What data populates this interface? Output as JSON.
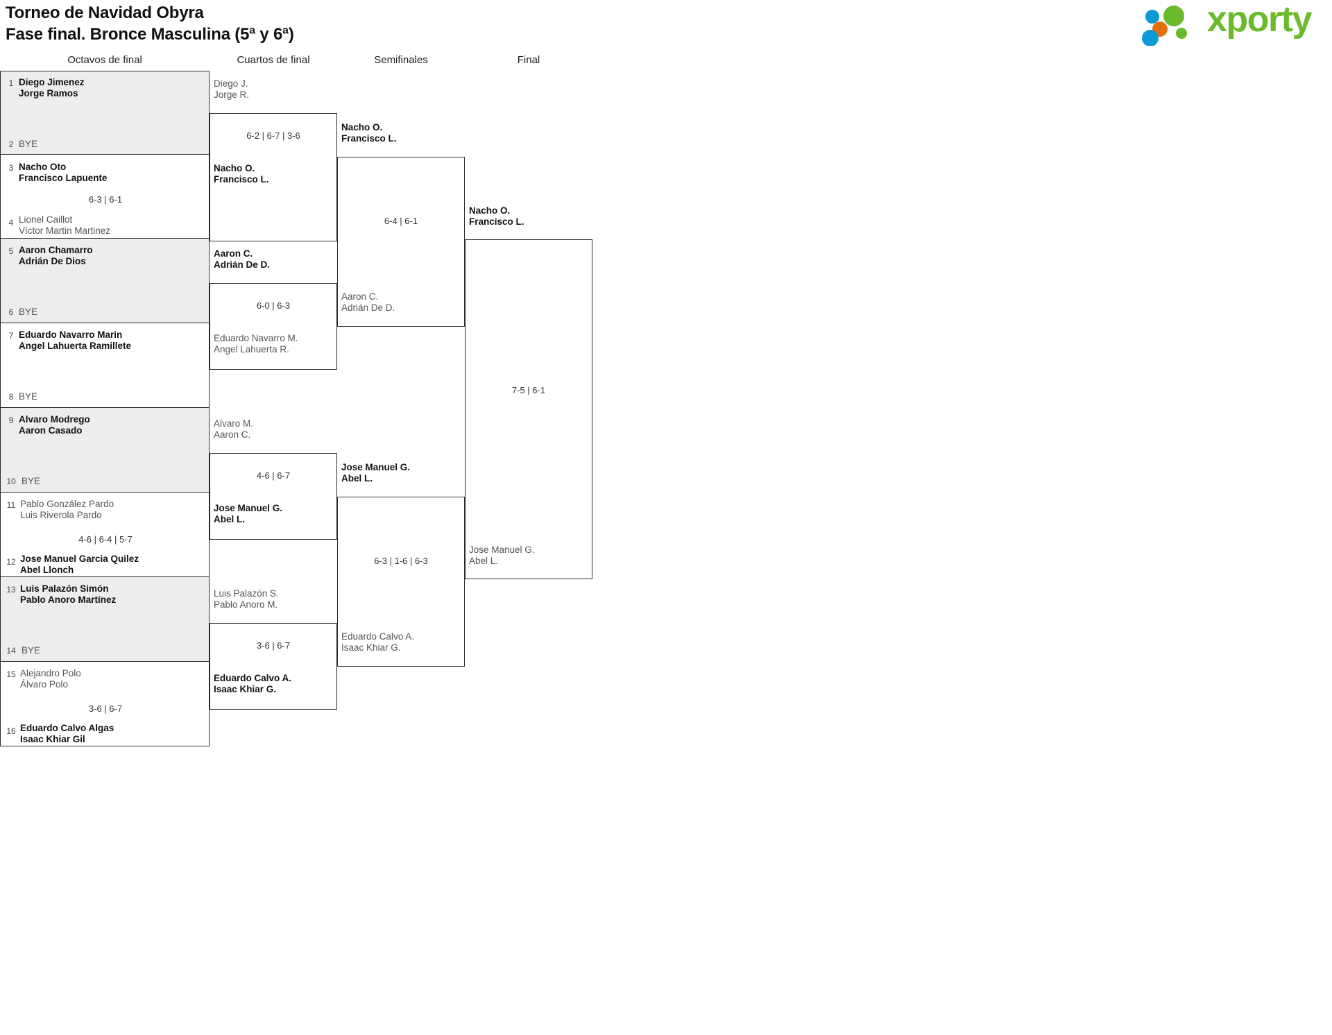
{
  "header": {
    "line1": "Torneo de Navidad Obyra",
    "line2": "Fase final. Bronce Masculina (5ª y 6ª)"
  },
  "logo": {
    "wordmark": "xporty",
    "colors": {
      "green": "#6aba2c",
      "blue": "#0c9ad6",
      "orange": "#e2700c"
    }
  },
  "rounds": [
    {
      "label": "Octavos de final"
    },
    {
      "label": "Cuartos de final"
    },
    {
      "label": "Semifinales"
    },
    {
      "label": "Final"
    }
  ],
  "bye_label": "BYE",
  "round1": [
    {
      "score": "",
      "top": {
        "seed": "1",
        "p1": "Diego Jimenez",
        "p2": "Jorge Ramos",
        "state": "win"
      },
      "bottom": {
        "seed": "2",
        "p1": "BYE",
        "p2": "",
        "state": "bye"
      }
    },
    {
      "score": "6-3 | 6-1",
      "top": {
        "seed": "3",
        "p1": "Nacho Oto",
        "p2": "Francisco Lapuente",
        "state": "win"
      },
      "bottom": {
        "seed": "4",
        "p1": "Lionel Caillot",
        "p2": "Víctor Martin Martinez",
        "state": "lose"
      }
    },
    {
      "score": "",
      "top": {
        "seed": "5",
        "p1": "Aaron Chamarro",
        "p2": "Adrián De Dios",
        "state": "win"
      },
      "bottom": {
        "seed": "6",
        "p1": "BYE",
        "p2": "",
        "state": "bye"
      }
    },
    {
      "score": "",
      "top": {
        "seed": "7",
        "p1": "Eduardo Navarro Marin",
        "p2": "Angel Lahuerta Ramillete",
        "state": "win"
      },
      "bottom": {
        "seed": "8",
        "p1": "BYE",
        "p2": "",
        "state": "bye"
      }
    },
    {
      "score": "",
      "top": {
        "seed": "9",
        "p1": "Alvaro Modrego",
        "p2": "Aaron Casado",
        "state": "win"
      },
      "bottom": {
        "seed": "10",
        "p1": "BYE",
        "p2": "",
        "state": "bye"
      }
    },
    {
      "score": "4-6 | 6-4 | 5-7",
      "top": {
        "seed": "11",
        "p1": "Pablo González Pardo",
        "p2": "Luis Riverola Pardo",
        "state": "lose"
      },
      "bottom": {
        "seed": "12",
        "p1": "Jose Manuel Garcia Quilez",
        "p2": "Abel Llonch",
        "state": "win"
      }
    },
    {
      "score": "",
      "top": {
        "seed": "13",
        "p1": "Luis Palazón Simón",
        "p2": "Pablo Anoro Martínez",
        "state": "win"
      },
      "bottom": {
        "seed": "14",
        "p1": "BYE",
        "p2": "",
        "state": "bye"
      }
    },
    {
      "score": "3-6 | 6-7",
      "top": {
        "seed": "15",
        "p1": "Alejandro Polo",
        "p2": "Álvaro Polo",
        "state": "lose"
      },
      "bottom": {
        "seed": "16",
        "p1": "Eduardo Calvo Algas",
        "p2": "Isaac Khiar Gil",
        "state": "win"
      }
    }
  ],
  "round2": [
    {
      "score": "6-2 | 6-7 | 3-6",
      "top": {
        "p1": "Diego J.",
        "p2": "Jorge R.",
        "state": "lose"
      },
      "bottom": {
        "p1": "Nacho O.",
        "p2": "Francisco L.",
        "state": "win"
      }
    },
    {
      "score": "6-0 | 6-3",
      "top": {
        "p1": "Aaron C.",
        "p2": "Adrián De D.",
        "state": "win"
      },
      "bottom": {
        "p1": "Eduardo Navarro M.",
        "p2": "Angel Lahuerta R.",
        "state": "lose"
      }
    },
    {
      "score": "4-6 | 6-7",
      "top": {
        "p1": "Alvaro M.",
        "p2": "Aaron C.",
        "state": "lose"
      },
      "bottom": {
        "p1": "Jose Manuel G.",
        "p2": "Abel L.",
        "state": "win"
      }
    },
    {
      "score": "3-6 | 6-7",
      "top": {
        "p1": "Luis Palazón S.",
        "p2": "Pablo Anoro M.",
        "state": "lose"
      },
      "bottom": {
        "p1": "Eduardo Calvo A.",
        "p2": "Isaac Khiar G.",
        "state": "win"
      }
    }
  ],
  "round3": [
    {
      "score": "6-4 | 6-1",
      "top": {
        "p1": "Nacho O.",
        "p2": "Francisco L.",
        "state": "win"
      },
      "bottom": {
        "p1": "Aaron C.",
        "p2": "Adrián De D.",
        "state": "lose"
      }
    },
    {
      "score": "6-3 | 1-6 | 6-3",
      "top": {
        "p1": "Jose Manuel G.",
        "p2": "Abel L.",
        "state": "win"
      },
      "bottom": {
        "p1": "Eduardo Calvo A.",
        "p2": "Isaac Khiar G.",
        "state": "lose"
      }
    }
  ],
  "round4": [
    {
      "score": "7-5 | 6-1",
      "top": {
        "p1": "Nacho O.",
        "p2": "Francisco L.",
        "state": "win"
      },
      "bottom": {
        "p1": "Jose Manuel G.",
        "p2": "Abel L.",
        "state": "lose"
      }
    }
  ]
}
